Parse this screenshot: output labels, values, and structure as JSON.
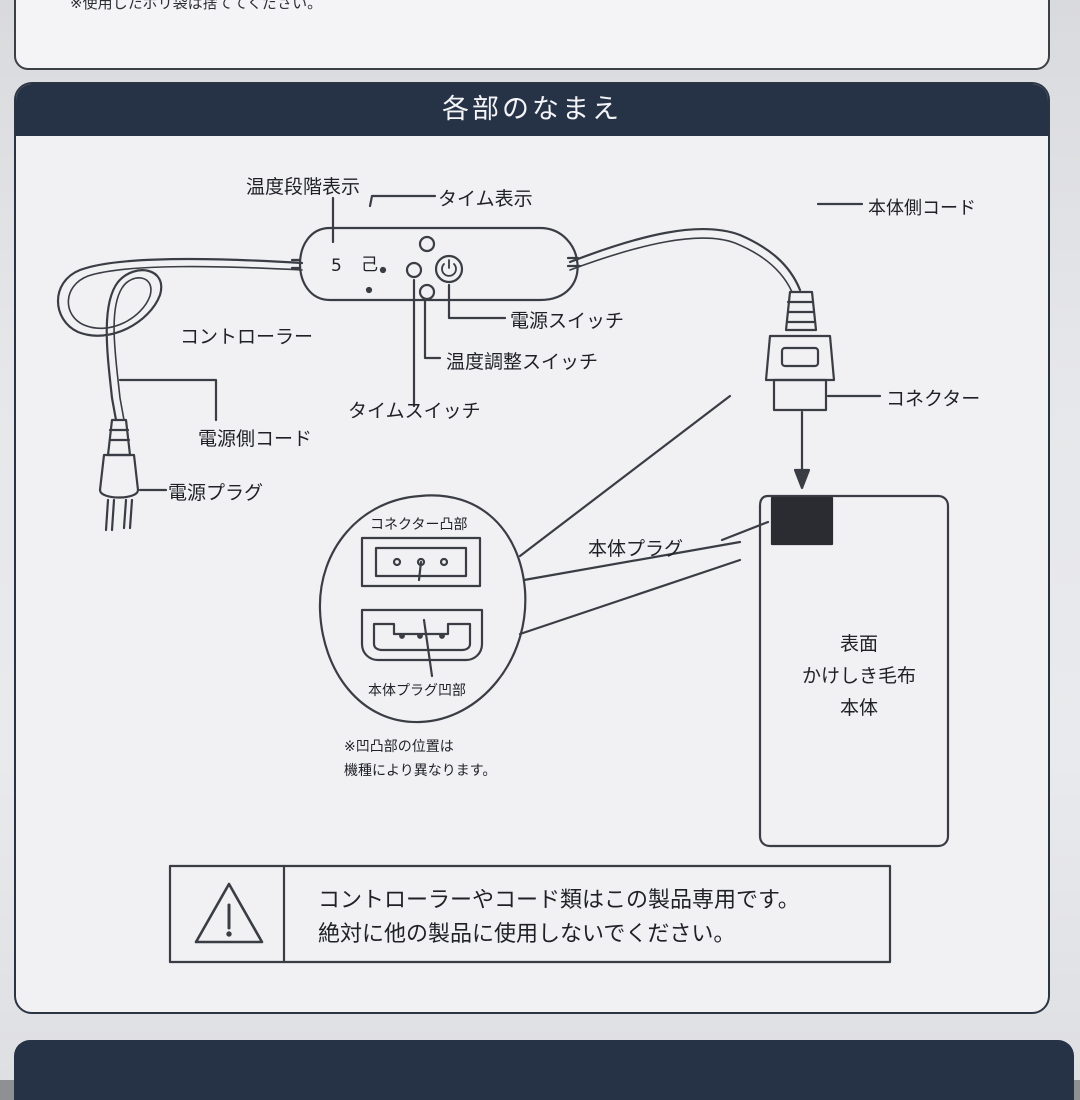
{
  "top_note": "※使用したポリ袋は捨ててください。",
  "section_title": "各部のなまえ",
  "labels": {
    "temp_level_display": "温度段階表示",
    "time_display": "タイム表示",
    "body_cord": "本体側コード",
    "controller": "コントローラー",
    "power_switch": "電源スイッチ",
    "temp_adjust_switch": "温度調整スイッチ",
    "time_switch": "タイムスイッチ",
    "power_cord": "電源側コード",
    "power_plug": "電源プラグ",
    "connector": "コネクター",
    "body_plug": "本体プラグ",
    "connector_convex": "コネクター凸部",
    "body_plug_concave": "本体プラグ凹部"
  },
  "display_digits": {
    "temp": "5",
    "time": "己"
  },
  "note_lines": [
    "※凹凸部の位置は",
    "機種により異なります。"
  ],
  "blanket_lines": [
    "表面",
    "かけしき毛布",
    "本体"
  ],
  "warning_lines": [
    "コントローラーやコード類はこの製品専用です。",
    "絶対に他の製品に使用しないでください。"
  ],
  "colors": {
    "header": "#263246",
    "line": "#3a3d44",
    "panel": "#f1f1f4"
  },
  "icons": {
    "warning": "warning-triangle-icon",
    "power": "power-icon"
  }
}
